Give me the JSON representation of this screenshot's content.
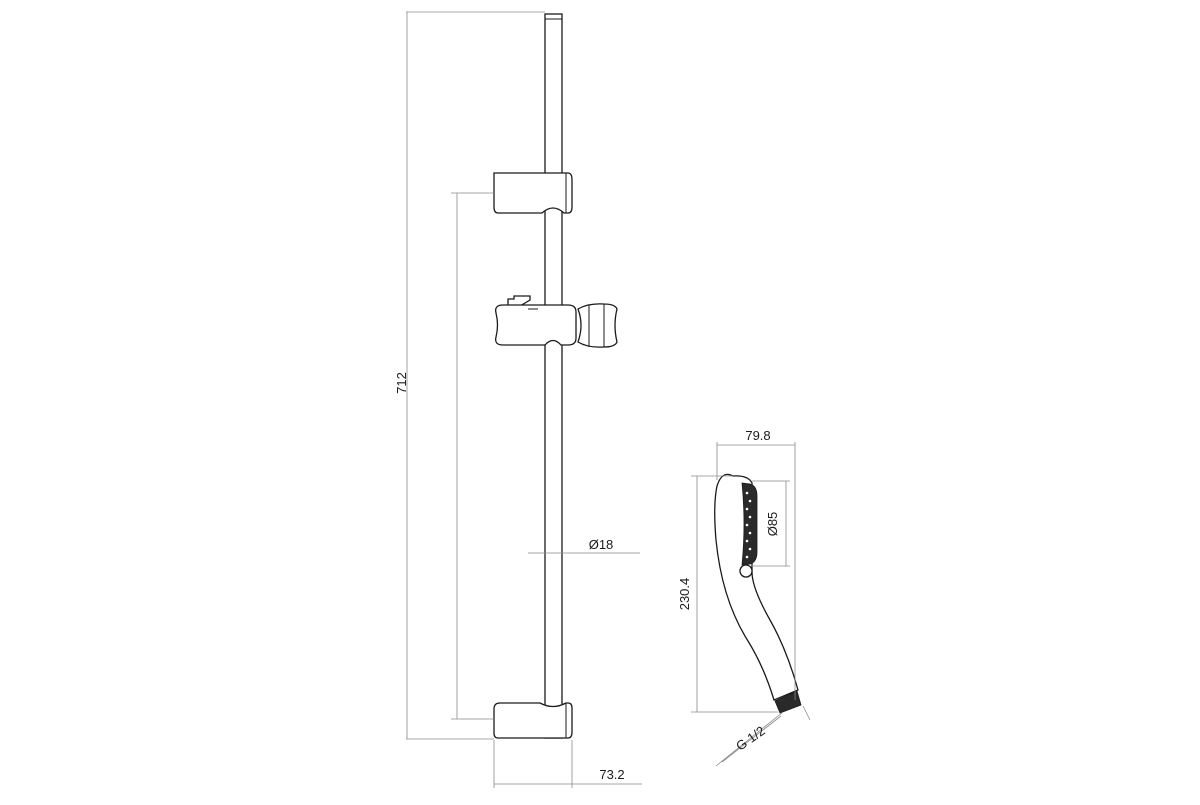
{
  "dimensions": {
    "total_height": "712",
    "rod_diameter": "Ø18",
    "bracket_depth": "73.2",
    "handle_width": "79.8",
    "face_diameter": "Ø85",
    "handle_length": "230.4",
    "thread": "G 1/2"
  },
  "colors": {
    "line": "#1a1a1a",
    "dimension": "#8a8a8a"
  }
}
